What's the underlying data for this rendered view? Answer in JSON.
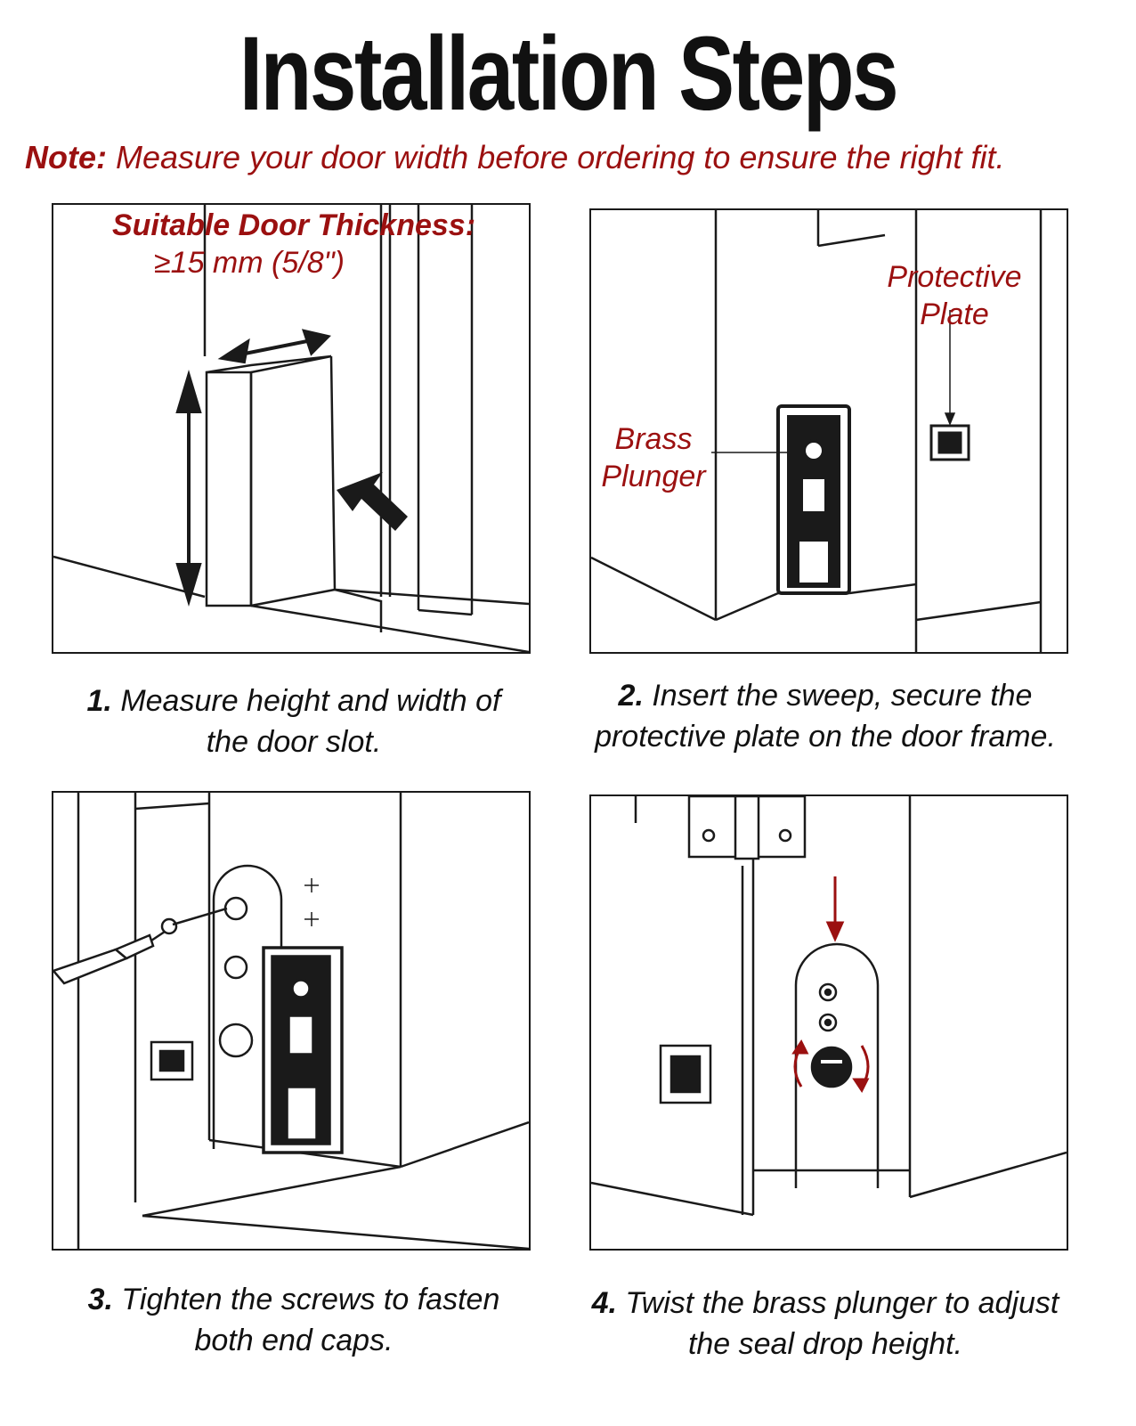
{
  "title": "Installation Steps",
  "note": {
    "label": "Note:",
    "text": " Measure your door width before ordering to ensure the right fit."
  },
  "panels": [
    {
      "labels": {
        "thickness_title": "Suitable Door Thickness:",
        "thickness_value": "≥15 mm (5/8\")"
      },
      "caption_num": "1.",
      "caption_line1": " Measure height and width of",
      "caption_line2": "the door slot."
    },
    {
      "labels": {
        "protective_plate_line1": "Protective",
        "protective_plate_line2": "Plate",
        "brass_plunger_line1": "Brass",
        "brass_plunger_line2": "Plunger"
      },
      "caption_num": "2.",
      "caption_line1": " Insert the sweep, secure the",
      "caption_line2": "protective plate on the door frame."
    },
    {
      "caption_num": "3.",
      "caption_line1": " Tighten the screws to fasten",
      "caption_line2": "both end caps."
    },
    {
      "caption_num": "4.",
      "caption_line1": " Twist the brass plunger to adjust",
      "caption_line2": "the seal drop height."
    }
  ],
  "colors": {
    "accent_red": "#9b1010",
    "line": "#1a1a1a"
  },
  "icons": [
    "double-arrow-icon",
    "pointer-arrow-icon",
    "screwdriver-icon",
    "down-arrow-icon",
    "rotate-arrows-icon"
  ]
}
